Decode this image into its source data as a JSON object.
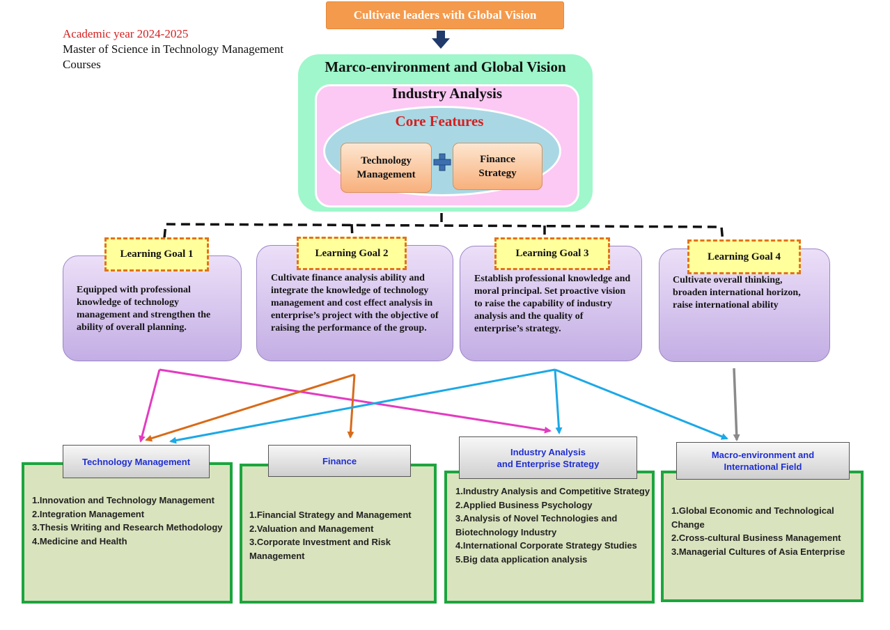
{
  "header": {
    "academic_year": "Academic year 2024-2025",
    "program": "Master of Science in Technology Management",
    "courses_label": "Courses"
  },
  "banner": {
    "text": "Cultivate leaders with Global Vision"
  },
  "core": {
    "macro_title": "Marco-environment and Global Vision",
    "industry_title": "Industry Analysis",
    "core_title": "Core Features",
    "feature_1": [
      "Technology",
      "Management"
    ],
    "feature_2": [
      "Finance",
      "Strategy"
    ]
  },
  "goals": [
    {
      "label": "Learning Goal 1",
      "text": "Equipped with professional knowledge of technology management and strengthen the ability of overall planning."
    },
    {
      "label": "Learning Goal 2",
      "text": "Cultivate finance analysis ability and integrate the knowledge of technology management and cost effect analysis in enterprise’s project with the objective of raising the performance of the group."
    },
    {
      "label": "Learning Goal 3",
      "text": "Establish professional knowledge and moral principal. Set proactive vision to raise the capability of industry analysis and the quality of enterprise’s strategy."
    },
    {
      "label": "Learning Goal 4",
      "text": "Cultivate overall thinking, broaden international horizon, raise international ability"
    }
  ],
  "courses": [
    {
      "title": [
        "Technology Management"
      ],
      "items": [
        "1.Innovation and Technology Management",
        "2.Integration Management",
        "3.Thesis Writing and Research Methodology",
        "4.Medicine and Health"
      ]
    },
    {
      "title": [
        "Finance"
      ],
      "items": [
        "1.Financial Strategy and Management",
        "2.Valuation and Management",
        "3.Corporate Investment and Risk Management"
      ]
    },
    {
      "title": [
        "Industry Analysis",
        "and Enterprise Strategy"
      ],
      "items": [
        "1.Industry Analysis and Competitive Strategy",
        "2.Applied Business Psychology",
        "3.Analysis of Novel Technologies and Biotechnology Industry",
        "4.International Corporate Strategy Studies",
        "5.Big data application analysis"
      ]
    },
    {
      "title": [
        "Macro-environment and",
        "International Field"
      ],
      "items": [
        "1.Global Economic and Technological Change",
        "2.Cross-cultural Business Management",
        "3.Managerial Cultures of Asia Enterprise"
      ]
    }
  ],
  "colors": {
    "goal1_arrow": "#e23cc0",
    "goal2_arrow": "#d86a18",
    "goal3_arrow": "#1ca8e6",
    "goal4_arrow": "#8a8a8a",
    "banner": "#f49a4c",
    "course_border": "#1ca53e"
  }
}
